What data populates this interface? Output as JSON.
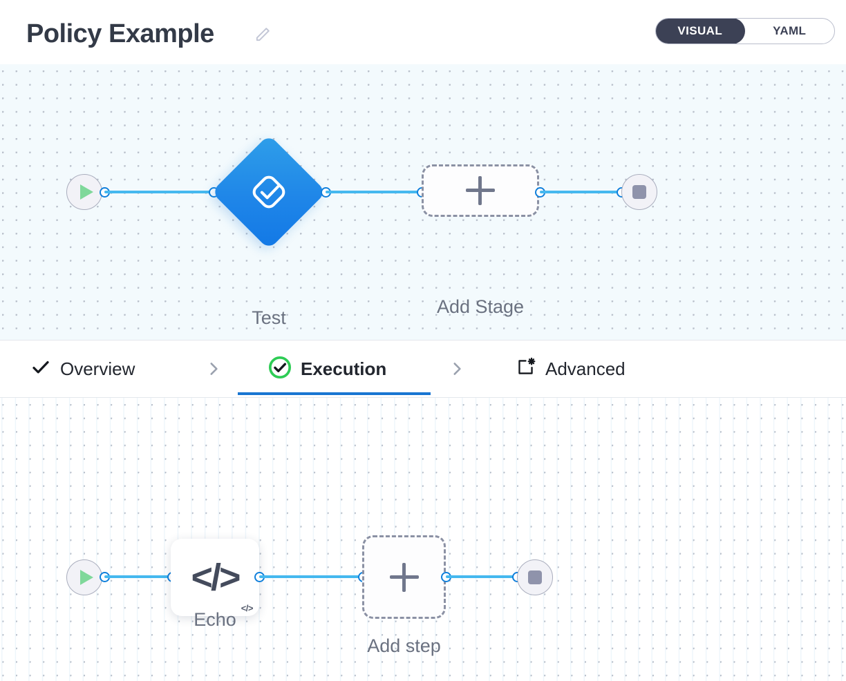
{
  "header": {
    "title": "Policy Example",
    "edit_icon": "pencil-icon",
    "mode_toggle": {
      "active": "VISUAL",
      "options": [
        "VISUAL",
        "YAML"
      ],
      "active_bg": "#3c4155"
    }
  },
  "stage_canvas": {
    "background": "#f3fafd",
    "start_node": {
      "icon": "play-icon",
      "color": "#7fd89a"
    },
    "end_node": {
      "icon": "stop-icon",
      "color": "#8f93ab"
    },
    "stage": {
      "label": "Test",
      "icon": "check-diamond-icon",
      "color": "#1f86e8"
    },
    "add_stage": {
      "label": "Add Stage",
      "icon": "plus-icon"
    }
  },
  "tabs": {
    "items": [
      {
        "label": "Overview",
        "icon": "check-icon",
        "active": false
      },
      {
        "label": "Execution",
        "icon": "check-circle-icon",
        "active": true
      },
      {
        "label": "Advanced",
        "icon": "window-gear-icon",
        "active": false
      }
    ],
    "separator_icon": "chevron-right-icon",
    "active_underline_color": "#1976d2",
    "active_check_color": "#2ecc55"
  },
  "step_canvas": {
    "background": "#ffffff",
    "start_node": {
      "icon": "play-icon",
      "color": "#7fd89a"
    },
    "end_node": {
      "icon": "stop-icon",
      "color": "#8f93ab"
    },
    "step": {
      "label": "Echo",
      "icon": "code-icon",
      "glyph": "</>",
      "badge": "</>"
    },
    "add_step": {
      "label": "Add step",
      "icon": "plus-icon"
    }
  }
}
